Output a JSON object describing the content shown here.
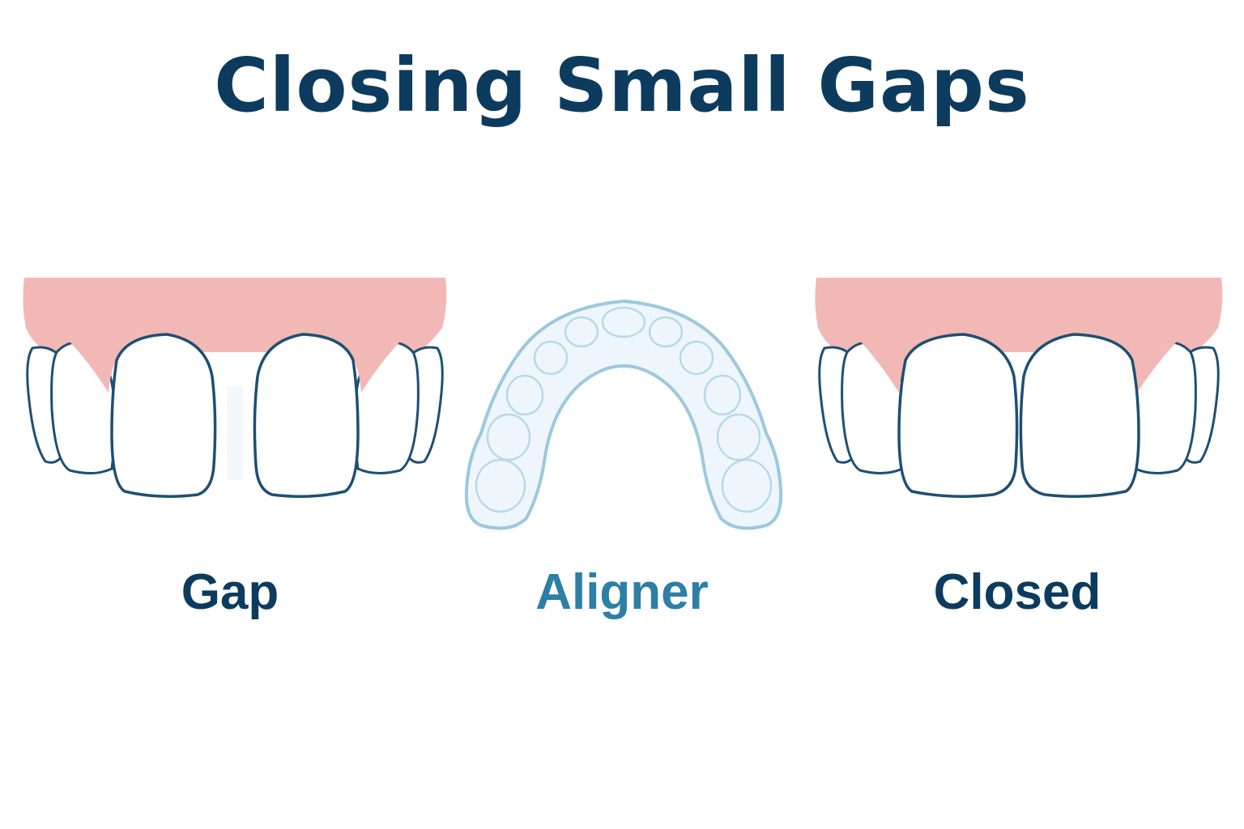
{
  "title": "Closing Small Gaps",
  "labels": {
    "gap": "Gap",
    "aligner": "Aligner",
    "closed": "Closed"
  },
  "colors": {
    "title": "#0d3b5e",
    "label_dark": "#0d3b5e",
    "label_accent": "#2e7fa6",
    "gum": "#f2b8b6",
    "tooth_fill": "#ffffff",
    "tooth_outline": "#1f4f73",
    "aligner_outline": "#9cc9de"
  },
  "icons": {
    "gap_teeth": "teeth-with-gap-icon",
    "aligner": "clear-aligner-icon",
    "closed_teeth": "teeth-closed-icon"
  }
}
